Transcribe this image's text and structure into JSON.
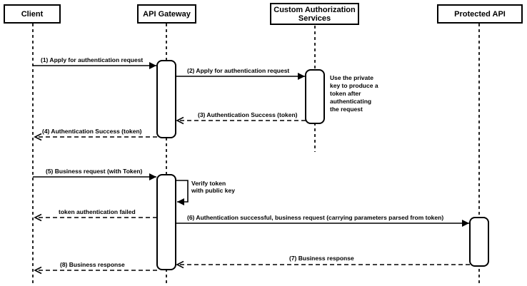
{
  "canvas": {
    "background": "#ffffff",
    "stroke_color": "#000000",
    "fill_color": "#ffffff"
  },
  "diagram": {
    "type": "sequence-diagram",
    "actors": [
      {
        "label": "Client"
      },
      {
        "label": "API Gateway"
      },
      {
        "label": "Custom Authorization Services"
      },
      {
        "label": "Protected API"
      }
    ],
    "messages": [
      {
        "label": "(1) Apply for authentication request",
        "from": "Client",
        "to": "API Gateway",
        "line": "solid"
      },
      {
        "label": "(2) Apply for authentication request",
        "from": "API Gateway",
        "to": "Custom Authorization Services",
        "line": "solid"
      },
      {
        "label": "(3) Authentication Success (token)",
        "from": "Custom Authorization Services",
        "to": "API Gateway",
        "line": "dashed"
      },
      {
        "label": "(4) Authentication Success (token)",
        "from": "API Gateway",
        "to": "Client",
        "line": "dashed"
      },
      {
        "label": "(5) Business request (with Token)",
        "from": "Client",
        "to": "API Gateway",
        "line": "solid"
      },
      {
        "label": "Verify token\nwith public key",
        "from": "API Gateway",
        "to": "API Gateway",
        "line": "self"
      },
      {
        "label": "token authentication failed",
        "from": "API Gateway",
        "to": "Client",
        "line": "dashed"
      },
      {
        "label": "(6) Authentication successful, business request (carrying parameters parsed from token)",
        "from": "API Gateway",
        "to": "Protected API",
        "line": "solid"
      },
      {
        "label": "(7) Business response",
        "from": "Protected API",
        "to": "API Gateway",
        "line": "dashed"
      },
      {
        "label": "(8) Business response",
        "from": "API Gateway",
        "to": "Client",
        "line": "dashed"
      }
    ],
    "note": {
      "label": "Use the private\nkey to produce a\ntoken after\nauthenticating\nthe request",
      "attached_to": "Custom Authorization Services"
    }
  }
}
